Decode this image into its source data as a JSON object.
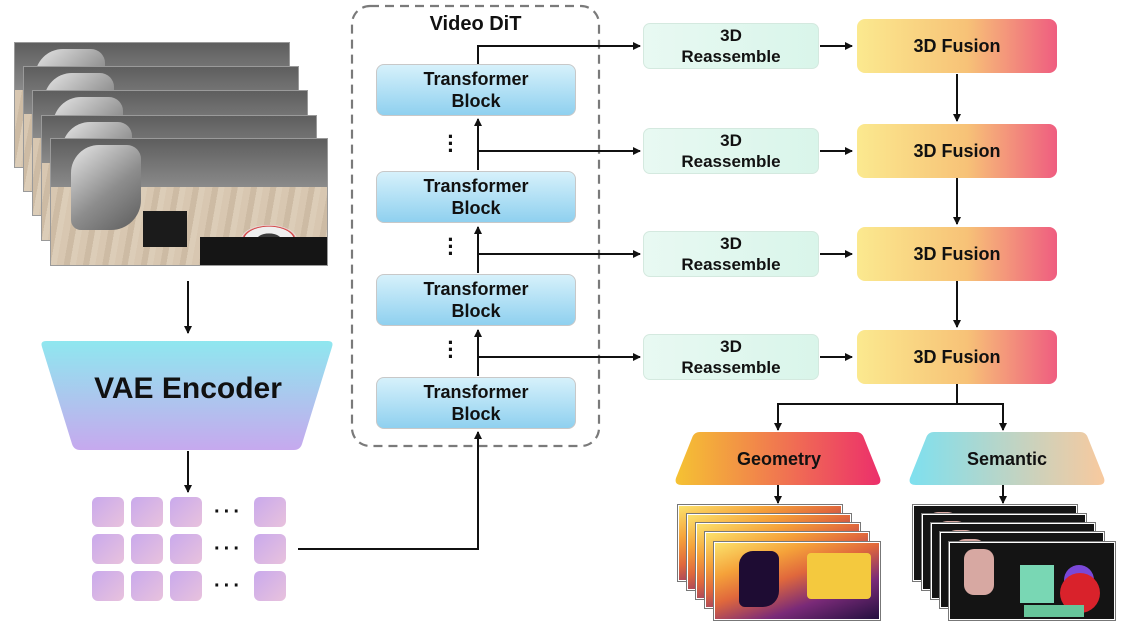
{
  "video_dit": {
    "title": "Video DiT"
  },
  "transformer_blocks": [
    {
      "label_line1": "Transformer",
      "label_line2": "Block"
    },
    {
      "label_line1": "Transformer",
      "label_line2": "Block"
    },
    {
      "label_line1": "Transformer",
      "label_line2": "Block"
    },
    {
      "label_line1": "Transformer",
      "label_line2": "Block"
    }
  ],
  "reassemble_blocks": [
    {
      "label_line1": "3D",
      "label_line2": "Reassemble"
    },
    {
      "label_line1": "3D",
      "label_line2": "Reassemble"
    },
    {
      "label_line1": "3D",
      "label_line2": "Reassemble"
    },
    {
      "label_line1": "3D",
      "label_line2": "Reassemble"
    }
  ],
  "fusion_blocks": [
    {
      "label": "3D Fusion"
    },
    {
      "label": "3D Fusion"
    },
    {
      "label": "3D Fusion"
    },
    {
      "label": "3D Fusion"
    }
  ],
  "encoder": {
    "label": "VAE Encoder"
  },
  "heads": {
    "geometry": "Geometry",
    "semantic": "Semantic"
  },
  "token_grid": {
    "ellipsis": "···"
  },
  "colors": {
    "transformer_gradient": [
      "#d6f1fb",
      "#8fd0ef"
    ],
    "reassemble_gradient": [
      "#e8f9f2",
      "#d9f5ea"
    ],
    "fusion_gradient": [
      "#fbe98f",
      "#f7c277",
      "#ef5d80"
    ],
    "encoder_gradient": [
      "#8fe7ef",
      "#c6a9ee"
    ],
    "token_gradient": [
      "#c9a9ec",
      "#e8c2dd"
    ],
    "geometry_head_gradient": [
      "#f5c233",
      "#ec2f6b"
    ],
    "semantic_head_gradient": [
      "#7ee0ef",
      "#f8c99e"
    ],
    "dit_border": "#777777"
  },
  "icons": {
    "input_frames": "robot-arm-video-frames",
    "geometry_output": "depth-map-frames",
    "semantic_output": "segmentation-map-frames"
  }
}
